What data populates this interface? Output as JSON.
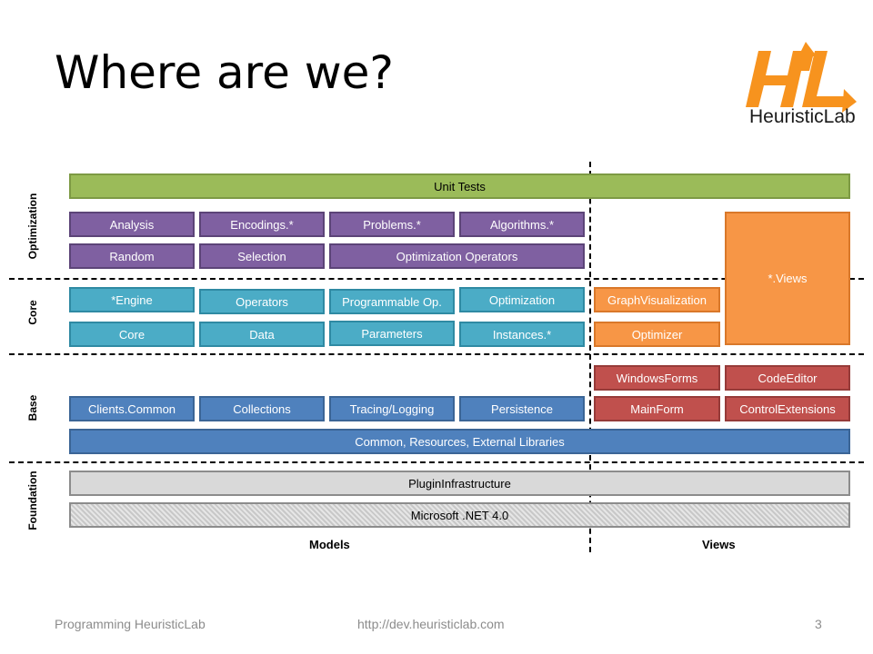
{
  "title": "Where are we?",
  "logo": {
    "letters": "HL",
    "name": "HeuristicLab",
    "color": "#f7931e"
  },
  "layers": [
    "Optimization",
    "Core",
    "Base",
    "Foundation"
  ],
  "columns": {
    "models": "Models",
    "views": "Views"
  },
  "boxes": {
    "unit_tests": "Unit Tests",
    "analysis": "Analysis",
    "encodings": "Encodings.*",
    "problems": "Problems.*",
    "algorithms": "Algorithms.*",
    "random": "Random",
    "selection": "Selection",
    "optimization_operators": "Optimization Operators",
    "views": "*.Views",
    "engine": "*Engine",
    "operators": "Operators",
    "programmable_op": "Programmable Op.",
    "optimization": "Optimization",
    "graph_visualization": "GraphVisualization",
    "core": "Core",
    "data": "Data",
    "parameters": "Parameters",
    "instances": "Instances.*",
    "optimizer": "Optimizer",
    "windows_forms": "WindowsForms",
    "code_editor": "CodeEditor",
    "clients_common": "Clients.Common",
    "collections": "Collections",
    "tracing_logging": "Tracing/Logging",
    "persistence": "Persistence",
    "main_form": "MainForm",
    "control_extensions": "ControlExtensions",
    "common_resources": "Common, Resources, External Libraries",
    "plugin_infrastructure": "PluginInfrastructure",
    "dotnet": "Microsoft .NET 4.0"
  },
  "footer": {
    "left": "Programming HeuristicLab",
    "center": "http://dev.heuristiclab.com",
    "page": "3"
  }
}
